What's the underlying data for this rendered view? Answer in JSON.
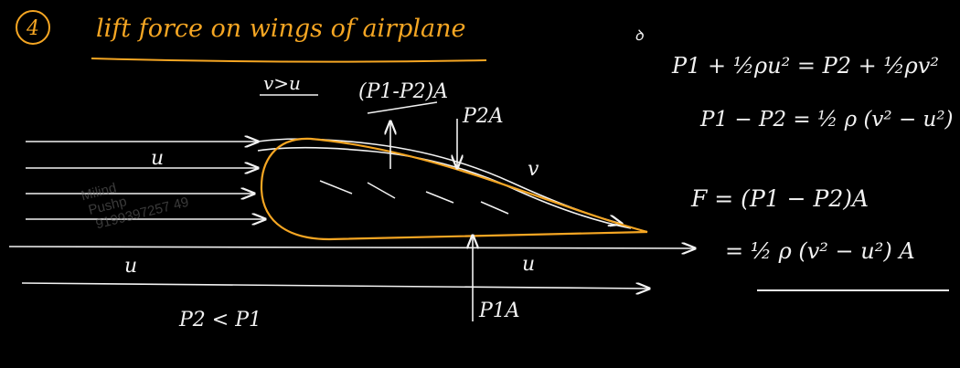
{
  "heading": {
    "number": "4",
    "title": "lift force on wings of airplane"
  },
  "diagram": {
    "condition_v_gt_u": "v>u",
    "net_force_label": "(P1-P2)A",
    "top_force_label": "P2A",
    "bottom_force_label": "P1A",
    "speed_top": "v",
    "speed_left": "u",
    "speed_bottom_left": "u",
    "speed_bottom_right": "u",
    "pressure_relation": "P2 < P1",
    "watermark": [
      "Milind",
      "Pushp",
      "9199397257 49"
    ]
  },
  "equations": {
    "marker": "ꝺ",
    "bernoulli": "P1 + ½ρu² = P2 + ½ρv²",
    "difference": "P1 − P2 = ½ ρ (v² − u²)",
    "force": "F = (P1 − P2)A",
    "force_result": "= ½ ρ (v² − u²) A"
  },
  "colors": {
    "background": "#000000",
    "ink": "#f2f2f2",
    "accent": "#f5a623"
  }
}
